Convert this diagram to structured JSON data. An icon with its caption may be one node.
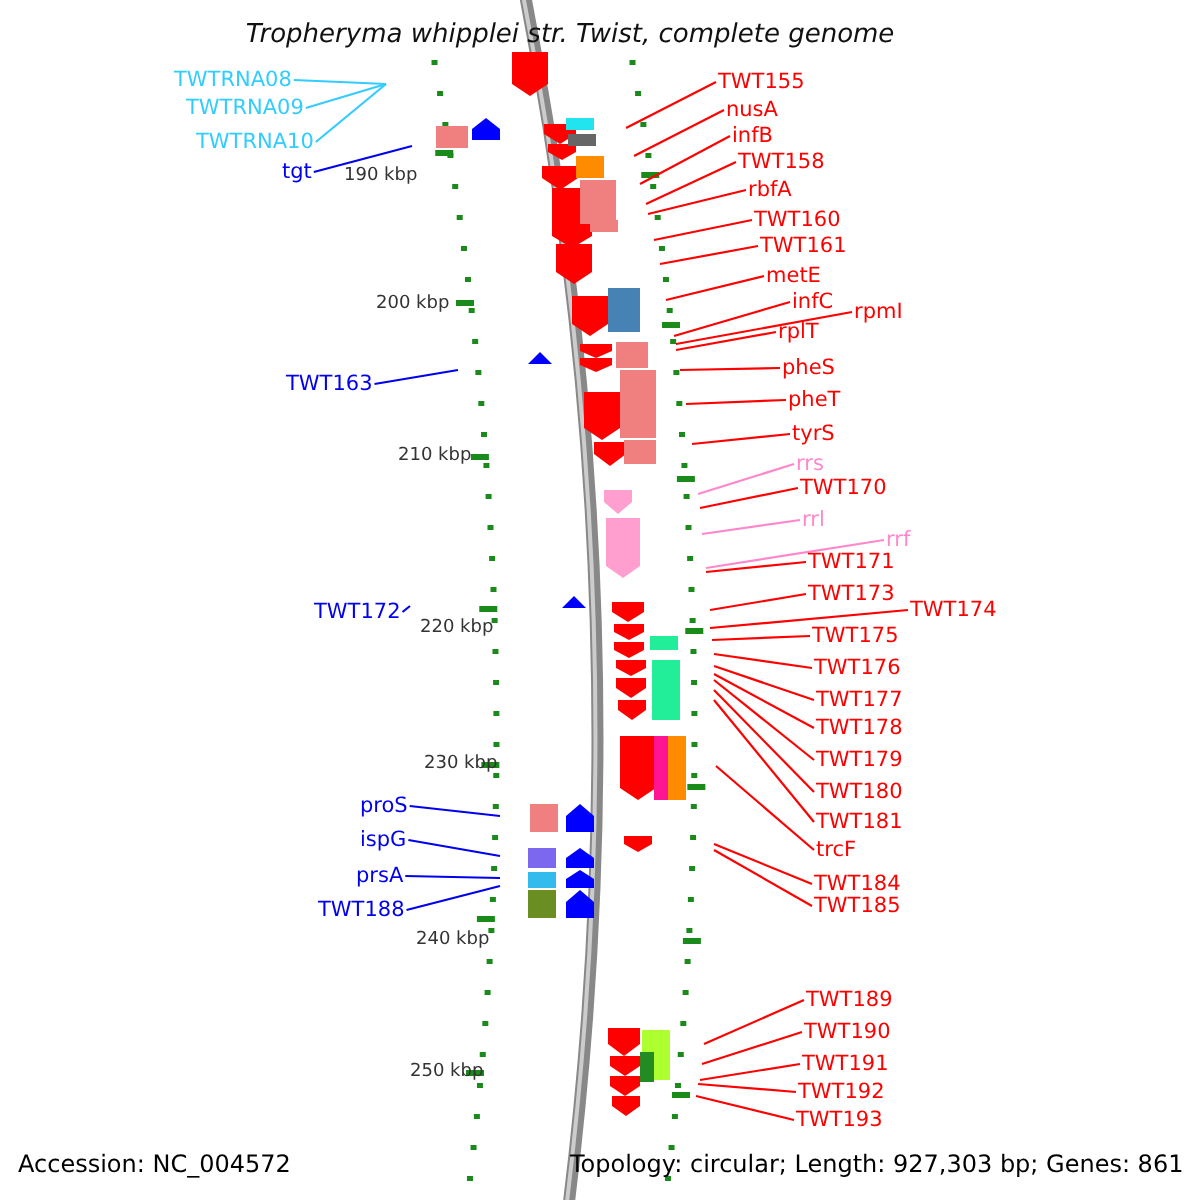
{
  "diagram": {
    "title": "Tropheryma whipplei str. Twist, complete genome",
    "nodes": [
      {
        "text": [
          "TWTRNA08"
        ]
      },
      {
        "text": [
          "TWTRNA09"
        ]
      },
      {
        "text": [
          "TWTRNA10"
        ]
      },
      {
        "text": [
          "tgt"
        ]
      },
      {
        "text": [
          "TWT163"
        ]
      },
      {
        "text": [
          "TWT172"
        ]
      },
      {
        "text": [
          "proS"
        ]
      },
      {
        "text": [
          "ispG"
        ]
      },
      {
        "text": [
          "prsA"
        ]
      },
      {
        "text": [
          "TWT188"
        ]
      },
      {
        "text": [
          "TWT155"
        ]
      },
      {
        "text": [
          "nusA"
        ]
      },
      {
        "text": [
          "infB"
        ]
      },
      {
        "text": [
          "TWT158"
        ]
      },
      {
        "text": [
          "rbfA"
        ]
      },
      {
        "text": [
          "TWT160"
        ]
      },
      {
        "text": [
          "TWT161"
        ]
      },
      {
        "text": [
          "metE"
        ]
      },
      {
        "text": [
          "infC"
        ]
      },
      {
        "text": [
          "rpmI"
        ]
      },
      {
        "text": [
          "rplT"
        ]
      },
      {
        "text": [
          "pheS"
        ]
      },
      {
        "text": [
          "pheT"
        ]
      },
      {
        "text": [
          "tyrS"
        ]
      },
      {
        "text": [
          "rrs"
        ]
      },
      {
        "text": [
          "TWT170"
        ]
      },
      {
        "text": [
          "rrl"
        ]
      },
      {
        "text": [
          "rrf"
        ]
      },
      {
        "text": [
          "TWT171"
        ]
      },
      {
        "text": [
          "TWT173"
        ]
      },
      {
        "text": [
          "TWT174"
        ]
      },
      {
        "text": [
          "TWT175"
        ]
      },
      {
        "text": [
          "TWT176"
        ]
      },
      {
        "text": [
          "TWT177"
        ]
      },
      {
        "text": [
          "TWT178"
        ]
      },
      {
        "text": [
          "TWT179"
        ]
      },
      {
        "text": [
          "TWT180"
        ]
      },
      {
        "text": [
          "TWT181"
        ]
      },
      {
        "text": [
          "trcF"
        ]
      },
      {
        "text": [
          "TWT184"
        ]
      },
      {
        "text": [
          "TWT185"
        ]
      },
      {
        "text": [
          "TWT189"
        ]
      },
      {
        "text": [
          "TWT190"
        ]
      },
      {
        "text": [
          "TWT191"
        ]
      },
      {
        "text": [
          "TWT192"
        ]
      },
      {
        "text": [
          "TWT193"
        ]
      }
    ],
    "edges": [
      {
        "from": 0,
        "to": null,
        "arrow": "none",
        "color": "#33ccff"
      },
      {
        "from": 1,
        "to": null,
        "arrow": "none",
        "color": "#33ccff"
      },
      {
        "from": 2,
        "to": null,
        "arrow": "none",
        "color": "#33ccff"
      },
      {
        "from": 3,
        "to": null,
        "arrow": "none",
        "color": "#0000ee"
      },
      {
        "from": 4,
        "to": null,
        "arrow": "none",
        "color": "#0000ee"
      },
      {
        "from": 5,
        "to": null,
        "arrow": "none",
        "color": "#0000ee"
      },
      {
        "from": 6,
        "to": null,
        "arrow": "none",
        "color": "#0000ee"
      },
      {
        "from": 7,
        "to": null,
        "arrow": "none",
        "color": "#0000ee"
      },
      {
        "from": 8,
        "to": null,
        "arrow": "none",
        "color": "#0000ee"
      },
      {
        "from": 9,
        "to": null,
        "arrow": "none",
        "color": "#0000ee"
      },
      {
        "from": 10,
        "to": null,
        "arrow": "none"
      },
      {
        "from": 11,
        "to": null,
        "arrow": "none"
      },
      {
        "from": 12,
        "to": null,
        "arrow": "none"
      },
      {
        "from": 13,
        "to": null,
        "arrow": "none"
      },
      {
        "from": 14,
        "to": null,
        "arrow": "none"
      },
      {
        "from": 15,
        "to": null,
        "arrow": "none"
      },
      {
        "from": 16,
        "to": null,
        "arrow": "none"
      },
      {
        "from": 17,
        "to": null,
        "arrow": "none"
      },
      {
        "from": 18,
        "to": null,
        "arrow": "none"
      },
      {
        "from": 19,
        "to": null,
        "arrow": "none"
      },
      {
        "from": 20,
        "to": null,
        "arrow": "none"
      },
      {
        "from": 21,
        "to": null,
        "arrow": "none"
      },
      {
        "from": 22,
        "to": null,
        "arrow": "none"
      },
      {
        "from": 23,
        "to": null,
        "arrow": "none"
      },
      {
        "from": 24,
        "to": null,
        "arrow": "none",
        "color": "#ff88cc"
      },
      {
        "from": 25,
        "to": null,
        "arrow": "none"
      },
      {
        "from": 26,
        "to": null,
        "arrow": "none",
        "color": "#ff88cc"
      },
      {
        "from": 27,
        "to": null,
        "arrow": "none",
        "color": "#ff88cc"
      },
      {
        "from": 28,
        "to": null,
        "arrow": "none"
      },
      {
        "from": 29,
        "to": null,
        "arrow": "none"
      },
      {
        "from": 30,
        "to": null,
        "arrow": "none"
      },
      {
        "from": 31,
        "to": null,
        "arrow": "none"
      },
      {
        "from": 32,
        "to": null,
        "arrow": "none"
      },
      {
        "from": 33,
        "to": null,
        "arrow": "none"
      },
      {
        "from": 34,
        "to": null,
        "arrow": "none"
      },
      {
        "from": 35,
        "to": null,
        "arrow": "none"
      },
      {
        "from": 36,
        "to": null,
        "arrow": "none"
      },
      {
        "from": 37,
        "to": null,
        "arrow": "none"
      },
      {
        "from": 38,
        "to": null,
        "arrow": "none"
      },
      {
        "from": 39,
        "to": null,
        "arrow": "none"
      },
      {
        "from": 40,
        "to": null,
        "arrow": "none"
      },
      {
        "from": 41,
        "to": null,
        "arrow": "none"
      },
      {
        "from": 42,
        "to": null,
        "arrow": "none"
      },
      {
        "from": 43,
        "to": null,
        "arrow": "none"
      },
      {
        "from": 44,
        "to": null,
        "arrow": "none"
      },
      {
        "from": 45,
        "to": null,
        "arrow": "none"
      }
    ],
    "labels": [
      "190 kbp",
      "200 kbp",
      "210 kbp",
      "220 kbp",
      "230 kbp",
      "240 kbp",
      "250 kbp",
      "Accession: NC_004572",
      "Topology: circular; Length: 927,303 bp; Genes: 861"
    ]
  }
}
